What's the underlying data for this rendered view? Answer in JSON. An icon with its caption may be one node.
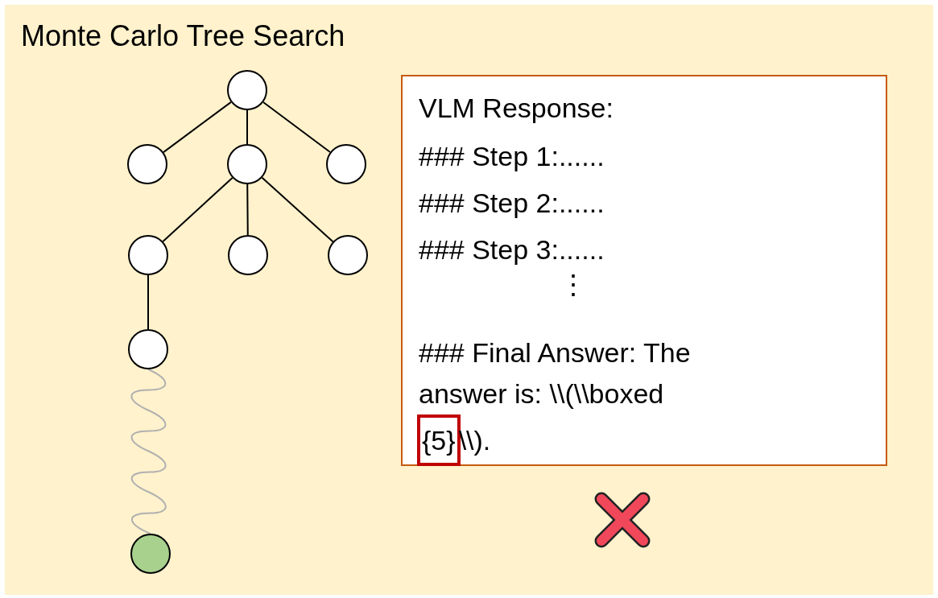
{
  "diagram": {
    "title": "Monte Carlo Tree Search",
    "nodes": [
      {
        "text": [],
        "shape": "circle"
      },
      {
        "text": [],
        "shape": "circle"
      },
      {
        "text": [],
        "shape": "circle"
      },
      {
        "text": [],
        "shape": "circle"
      },
      {
        "text": [],
        "shape": "circle"
      },
      {
        "text": [],
        "shape": "circle"
      },
      {
        "text": [],
        "shape": "circle"
      },
      {
        "text": [],
        "shape": "circle"
      },
      {
        "text": [],
        "shape": "circle"
      },
      {
        "text": [
          "VLM Response:",
          "### Step 1:......",
          "### Step 2:......",
          "### Step 3:......",
          "⋮",
          "### Final Answer: The answer is: \\\\(\\\\boxed"
        ]
      },
      {
        "text": [
          "{5}"
        ],
        "in": 9,
        "beside": [
          "\\\\)."
        ]
      }
    ],
    "edges": [
      {
        "from": 0,
        "to": 1,
        "arrow": "none"
      },
      {
        "from": 0,
        "to": 2,
        "arrow": "none"
      },
      {
        "from": 0,
        "to": 3,
        "arrow": "none"
      },
      {
        "from": 2,
        "to": 4,
        "arrow": "none"
      },
      {
        "from": 2,
        "to": 5,
        "arrow": "none"
      },
      {
        "from": 2,
        "to": 6,
        "arrow": "none"
      },
      {
        "from": 4,
        "to": 7,
        "arrow": "none"
      },
      {
        "from": 7,
        "to": 8,
        "arrow": "none",
        "color": "#b0b0b0"
      }
    ]
  }
}
